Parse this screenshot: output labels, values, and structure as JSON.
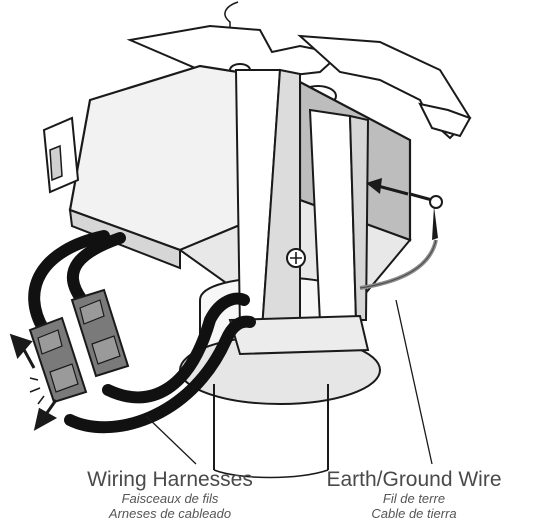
{
  "labels": {
    "wiring_harness": {
      "en": "Wiring Harnesses",
      "fr": "Faisceaux de fils",
      "es": "Arneses de cableado"
    },
    "ground_wire": {
      "en": "Earth/Ground Wire",
      "fr": "Fil de terre",
      "es": "Cable de tierra"
    }
  },
  "colors": {
    "line": "#1a1a1a",
    "box_face": "#f2f2f2",
    "box_shade": "#bdbdbd",
    "cable": "#111111",
    "connector": "#7a7a7a",
    "ground_wire": "#8a8a8a"
  }
}
